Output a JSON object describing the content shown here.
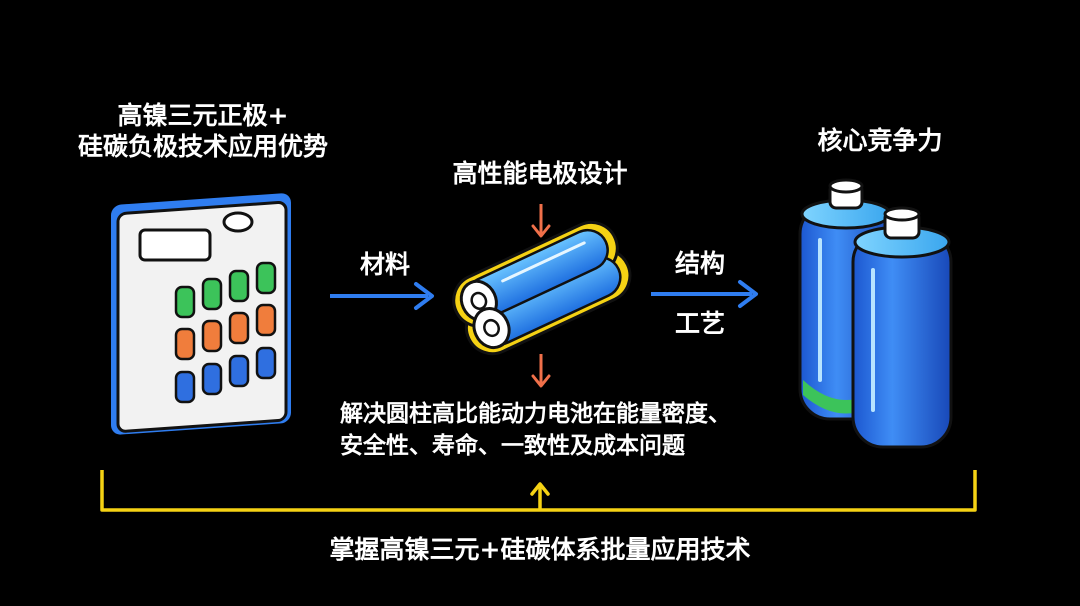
{
  "left": {
    "title_line1": "高镍三元正极+",
    "title_line2": "硅碳负极技术应用优势"
  },
  "top_center": {
    "title": "高性能电极设计"
  },
  "arrows": {
    "left_label": "材料",
    "right_label_top": "结构",
    "right_label_bottom": "工艺"
  },
  "right": {
    "title": "核心竞争力"
  },
  "middle_text": {
    "line1": "解决圆柱高比能动力电池在能量密度、",
    "line2": "安全性、寿命、一致性及成本问题"
  },
  "bottom": {
    "text": "掌握高镍三元+硅碳体系批量应用技术"
  },
  "colors": {
    "background": "#000000",
    "arrow_blue": "#2f7df0",
    "arrow_orange": "#f0704a",
    "bracket_yellow": "#f5d214",
    "cell_green": "#3cc35a",
    "cell_orange": "#f07d3c",
    "cell_blue": "#2f6fe0"
  }
}
